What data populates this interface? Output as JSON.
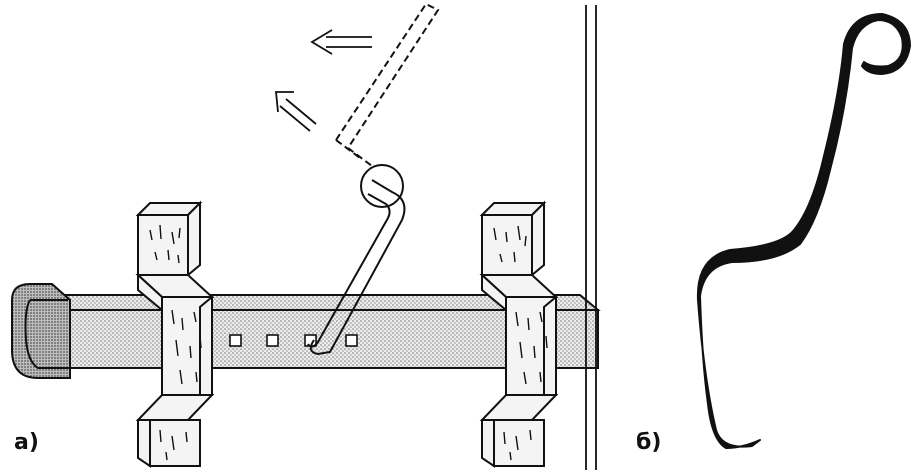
{
  "panels": {
    "left": {
      "label": "а)"
    },
    "right": {
      "label": "б)"
    }
  },
  "colors": {
    "ink": "#111111",
    "background": "#ffffff",
    "beam_fill": "#e6e6e6",
    "wood_fill": "#f4f4f4"
  },
  "icons": {
    "motion_arrows": "double-line-arrow",
    "artifact": "iron-hook"
  }
}
